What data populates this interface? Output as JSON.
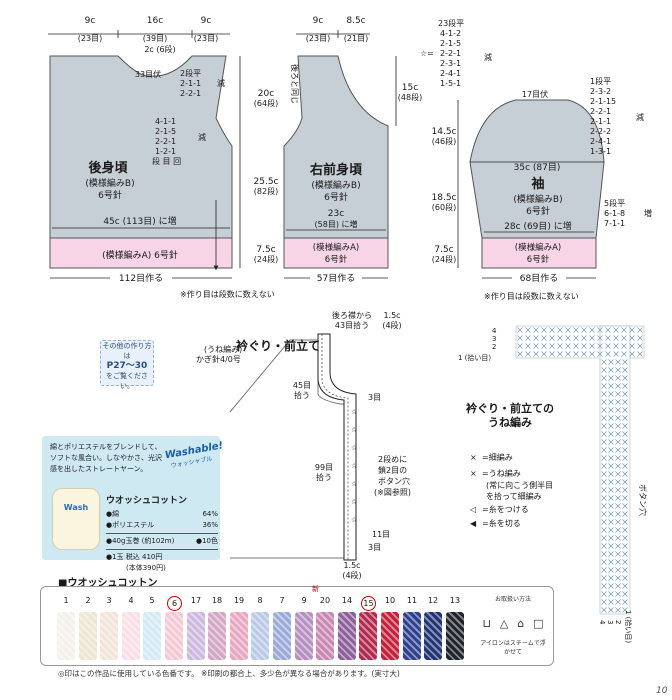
{
  "back": {
    "top_left": "9c",
    "top_left_sts": "(23目)",
    "top_mid": "16c",
    "top_mid_sts": "(39目)",
    "top_right": "9c",
    "top_right_sts": "(23目)",
    "neck_depth": "2c (6段)",
    "neck_bindoff": "33目伏",
    "neck_dec": [
      "2段平",
      "2-1-1",
      "2-2-1"
    ],
    "neck_dec_label": "減",
    "arm_dec": [
      "4-1-1",
      "2-1-5",
      "2-2-1",
      "1-2-1",
      "段 目 回"
    ],
    "arm_dec_label": "減",
    "arm_depth": "20c",
    "arm_depth_rows": "(64段)",
    "body_len": "25.5c",
    "body_len_rows": "(82段)",
    "rib_len": "7.5c",
    "rib_len_rows": "(24段)",
    "title": "後身頃",
    "pattern": "(模様編みB)",
    "needle": "6号針",
    "increase": "45c (113目) に増",
    "rib_label": "(模様編みA) 6号針",
    "cast_on": "112目作る"
  },
  "front": {
    "top_left": "9c",
    "top_left_sts": "(23目)",
    "top_right": "8.5c",
    "top_right_sts": "(21目)",
    "same_as_back": "後ろと同じ",
    "neck_depth": "15c",
    "neck_depth_rows": "(48段)",
    "title": "右前身頃",
    "pattern": "(模様編みB)",
    "needle": "6号針",
    "width": "23c",
    "width_sts": "(58目) に増",
    "rib_label_a": "(模様編みA)",
    "rib_label_b": "6号針",
    "cast_on": "57目作る"
  },
  "sleeve": {
    "cap_dec": [
      "23段平",
      "4-1-2",
      "2-1-5",
      "2-2-1",
      "2-3-1",
      "2-4-1",
      "1-5-1"
    ],
    "cap_dec_mark": "☆=",
    "cap_dec_label": "減",
    "cap_dec2": [
      "1段平",
      "2-3-2",
      "2-1-15",
      "2-2-1",
      "2-1-1",
      "2-2-2",
      "2-4-1",
      "1-3-1"
    ],
    "cap_dec2_label": "減",
    "cap_bindoff": "17目伏",
    "cap_height": "14.5c",
    "cap_height_rows": "(46段)",
    "width_top": "35c (87目)",
    "sleeve_len": "18.5c",
    "sleeve_len_rows": "(60段)",
    "rib_len": "7.5c",
    "rib_len_rows": "(24段)",
    "title": "袖",
    "pattern": "(模様編みB)",
    "needle": "6号針",
    "increase": "28c (69目) に増",
    "side_inc": [
      "5段平",
      "6-1-8",
      "7-1-1"
    ],
    "side_inc_label": "増",
    "rib_label_a": "(模様編みA)",
    "rib_label_b": "6号針",
    "cast_on": "68目作る"
  },
  "notes": {
    "rows_not_counted_1": "※作り目は段数に数えない",
    "rows_not_counted_2": "※作り目は段数に数えない"
  },
  "neckband": {
    "title": "衿ぐり・前立て",
    "subtitle": "(うね編み)",
    "hook": "かぎ針4/0号",
    "pickup_back": "後ろ襟から",
    "pickup_back_sts": "43目拾う",
    "top_w": "1.5c",
    "top_rows": "(4段)",
    "neck_pick": "45目",
    "neck_pick2": "拾う",
    "row3": "3目",
    "front_pick": "99目",
    "front_pick2": "拾う",
    "buttonhole": [
      "2段めに",
      "鎖2目の",
      "ボタン穴",
      "(※図参照)"
    ],
    "row11": "11目",
    "row3b": "3目",
    "bottom_w": "1.5c",
    "bottom_rows": "(4段)"
  },
  "note_box": [
    "その他の作り方は",
    "P27～30",
    "をご覧ください。"
  ],
  "chart": {
    "rows": [
      "4",
      "3",
      "2"
    ],
    "row1": "1 (拾い目)",
    "title_1": "衿ぐり・前立ての",
    "title_2": "うね編み",
    "legend": [
      {
        "symbol": "×",
        "text": "=細編み"
      },
      {
        "symbol": "×",
        "text": "=うね編み"
      },
      {
        "symbol": "",
        "text": "(常に向こう側半目"
      },
      {
        "symbol": "",
        "text": "を拾って細編み"
      },
      {
        "symbol": "◁",
        "text": "=糸をつける"
      },
      {
        "symbol": "◀",
        "text": "=糸を切る"
      }
    ],
    "button_band": "ボタン穴",
    "bottom_rows": [
      "4",
      "3",
      "2"
    ],
    "bottom_row1": "1 (拾い目)"
  },
  "yarn_ad": {
    "intro": "綿とポリエステルをブレンドして、ソフトな風合い。しなやかさ、光沢感を出したストレートヤーン。",
    "washable": "Washable!",
    "washable_sub": "ウォッシャブル",
    "skein_label": "Wash",
    "name": "ウオッシュコットン",
    "comp_1_label": "●綿",
    "comp_1_val": "64%",
    "comp_2_label": "●ポリエステル",
    "comp_2_val": "36%",
    "spec_1": "●40g玉巻 (約102m)",
    "spec_2": "●10色",
    "price": "●1玉 税込 410円",
    "price_sub": "(本体390円)"
  },
  "palette": {
    "title": "■ウオッシュコットン",
    "care_title": "お取扱い方法",
    "care_note": "アイロンはスチームで浮かせて",
    "items": [
      {
        "num": "1",
        "color": "#f4f1ea",
        "circled": false
      },
      {
        "num": "2",
        "color": "#ede6d3",
        "circled": false
      },
      {
        "num": "3",
        "color": "#f3e4d9",
        "circled": false
      },
      {
        "num": "4",
        "color": "#f8dfe6",
        "circled": false
      },
      {
        "num": "5",
        "color": "#d4eaf3",
        "circled": false
      },
      {
        "num": "6",
        "color": "#f5c8d6",
        "circled": true
      },
      {
        "num": "17",
        "color": "#cdb8df",
        "circled": false
      },
      {
        "num": "18",
        "color": "#d4a6c4",
        "circled": false
      },
      {
        "num": "19",
        "color": "#e8a6c0",
        "circled": false
      },
      {
        "num": "8",
        "color": "#b9c9e6",
        "circled": false
      },
      {
        "num": "7",
        "color": "#9aa9d8",
        "circled": false
      },
      {
        "num": "9",
        "color": "#b58fbf",
        "circled": false
      },
      {
        "num": "20",
        "color": "#c887b0",
        "circled": false
      },
      {
        "num": "14",
        "color": "#8c5f99",
        "circled": false
      },
      {
        "num": "15",
        "color": "#b2294f",
        "circled": true
      },
      {
        "num": "10",
        "color": "#c2203b",
        "circled": false
      },
      {
        "num": "11",
        "color": "#2d3f8f",
        "circled": false
      },
      {
        "num": "12",
        "color": "#213474",
        "circled": false
      },
      {
        "num": "13",
        "color": "#1e2229",
        "circled": false
      }
    ],
    "new_mark": "新"
  },
  "footnote": "◎印はこの作品に使用している色番です。 ※印刷の都合上、多少色が異なる場合があります。(実寸大)",
  "page_number": "10"
}
